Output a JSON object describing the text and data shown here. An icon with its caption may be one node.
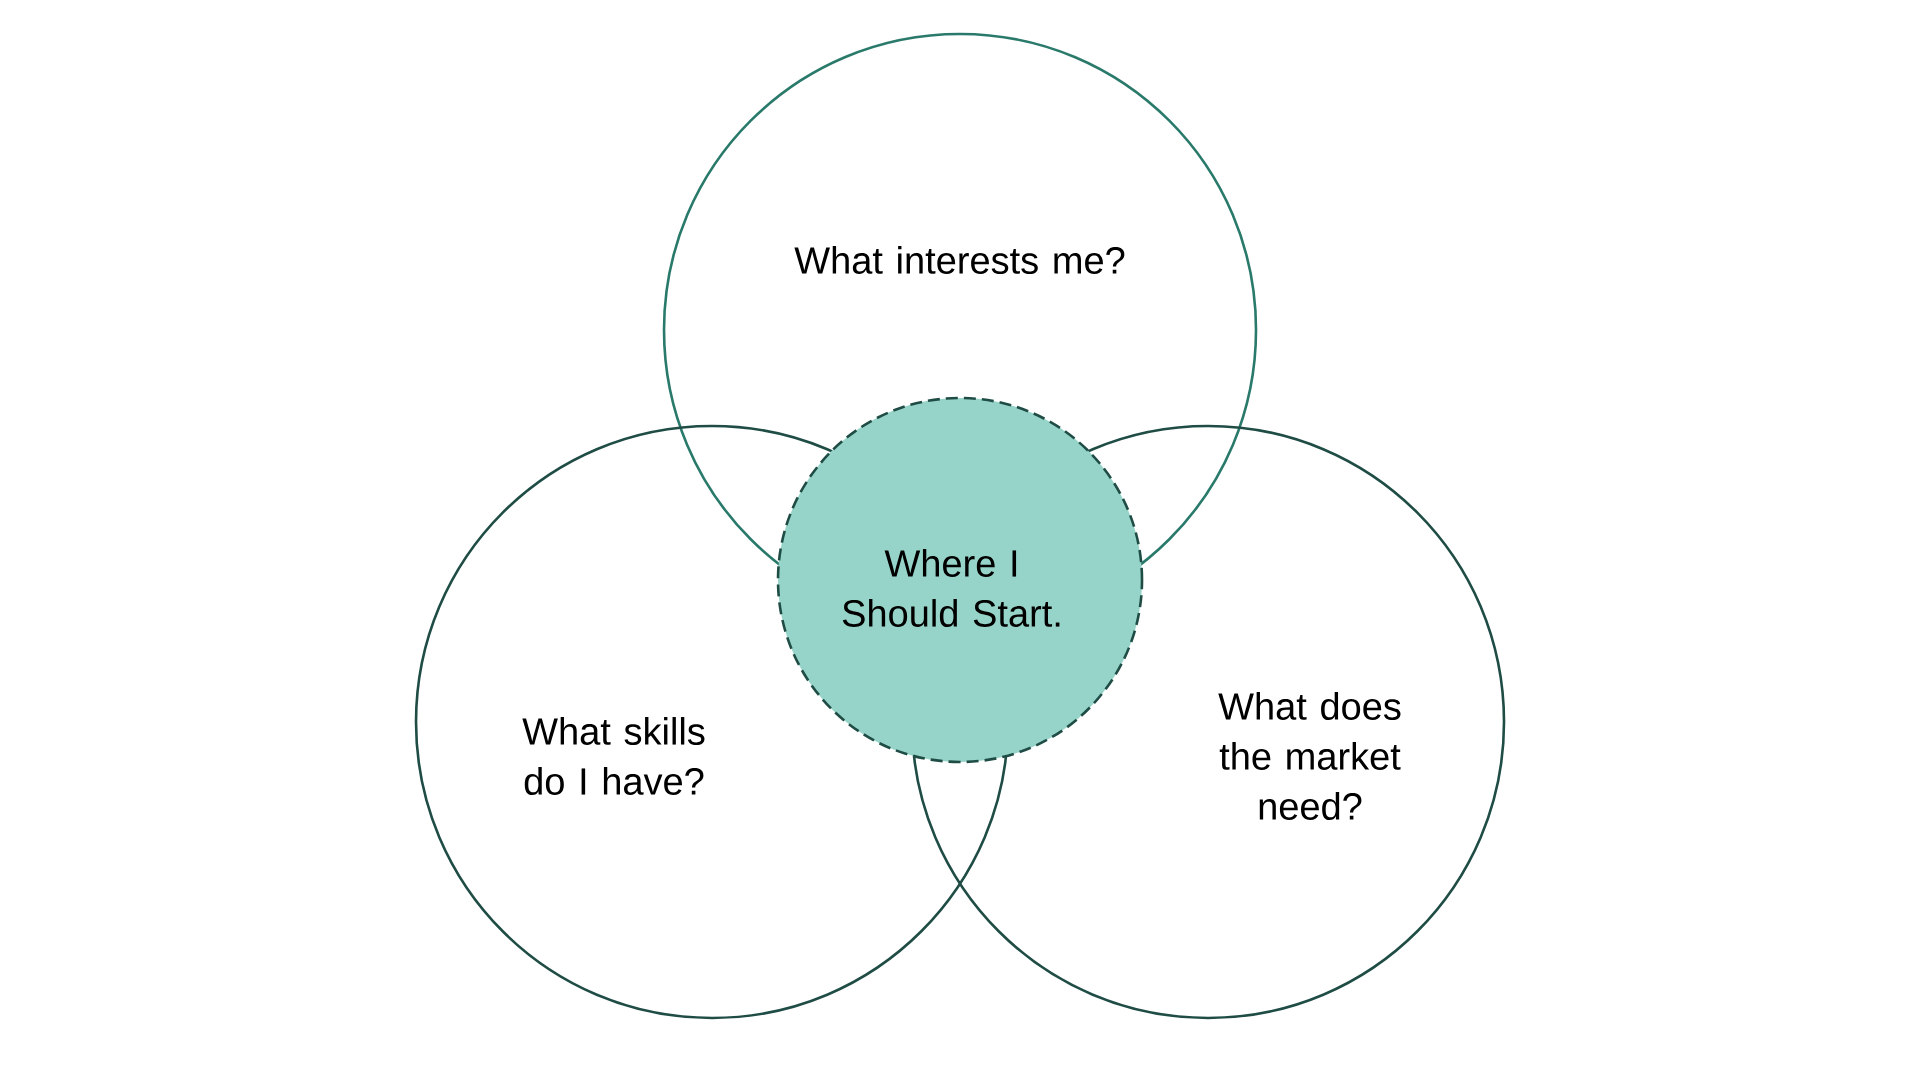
{
  "diagram": {
    "nodes": [
      {
        "text": [
          "What interests me?"
        ]
      },
      {
        "text": [
          "What skills do I have?"
        ]
      },
      {
        "text": [
          "What does the market need?"
        ]
      },
      {
        "text": [
          "Where I Should Start."
        ]
      }
    ]
  }
}
